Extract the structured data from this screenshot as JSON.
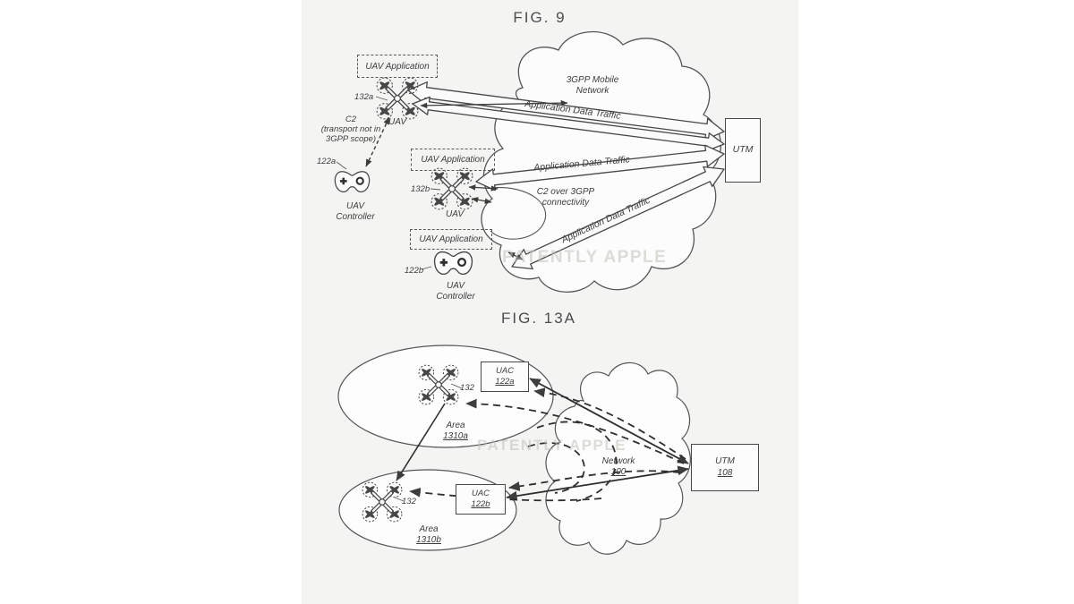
{
  "watermark": "PATENTLY APPLE",
  "fig9": {
    "title": "FIG. 9",
    "network_cloud": {
      "line1": "3GPP Mobile",
      "line2": "Network"
    },
    "utm_box": "UTM",
    "uav_application": "UAV Application",
    "uav": "UAV",
    "uav_controller": {
      "line1": "UAV",
      "line2": "Controller"
    },
    "c2_note": {
      "line1": "C2",
      "line2": "(transport not in",
      "line3": "3GPP scope)"
    },
    "c2_over": {
      "line1": "C2 over 3GPP",
      "line2": "connectivity"
    },
    "app_data_traffic": "Application Data Traffic",
    "refs": {
      "drone_a": "132a",
      "drone_b": "132b",
      "controller_a": "122a",
      "controller_b": "122b"
    }
  },
  "fig13a": {
    "title": "FIG. 13A",
    "uac": "UAC",
    "uac_a_ref": "122a",
    "uac_b_ref": "122b",
    "utm": "UTM",
    "utm_ref": "108",
    "network": "Network",
    "network_ref": "100",
    "area": "Area",
    "area_a_ref": "1310a",
    "area_b_ref": "1310b",
    "drone_ref": "132"
  }
}
